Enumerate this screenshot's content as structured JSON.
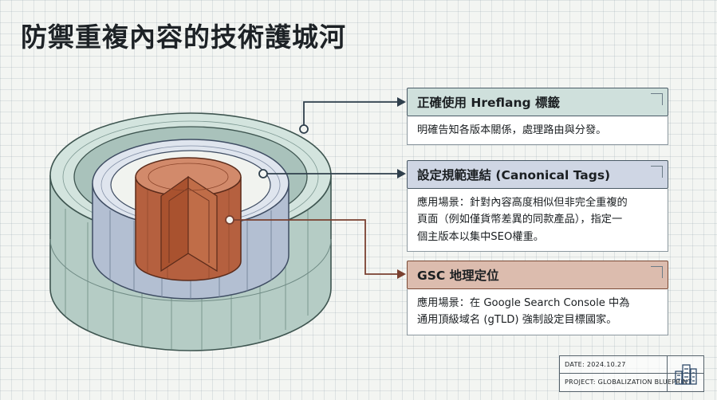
{
  "title": "防禦重複內容的技術護城河",
  "callouts": [
    {
      "heading": "正確使用 Hreflang 標籤",
      "body_lines": [
        "明確告知各版本關係，處理路由與分發。"
      ]
    },
    {
      "heading": "設定規範連結 (Canonical Tags)",
      "body_lines": [
        "應用場景：針對內容高度相似但非完全重複的",
        "頁面（例如僅貨幣差異的同款產品），指定一",
        "個主版本以集中SEO權重。"
      ]
    },
    {
      "heading": "GSC 地理定位",
      "body_lines": [
        "應用場景：在 Google Search Console 中為",
        "通用頂級域名 (gTLD) 強制設定目標國家。"
      ]
    }
  ],
  "footer": {
    "date": "DATE: 2024.10.27",
    "project": "PROJECT: GLOBALIZATION BLUEPRINT",
    "icon": "city-buildings-icon"
  },
  "colors": {
    "outer_ring": "#c8dcd6",
    "middle_ring": "#c4cedd",
    "core": "#b8664a",
    "connector_dark": "#2f3f4c",
    "connector_rust": "#7a4030"
  }
}
